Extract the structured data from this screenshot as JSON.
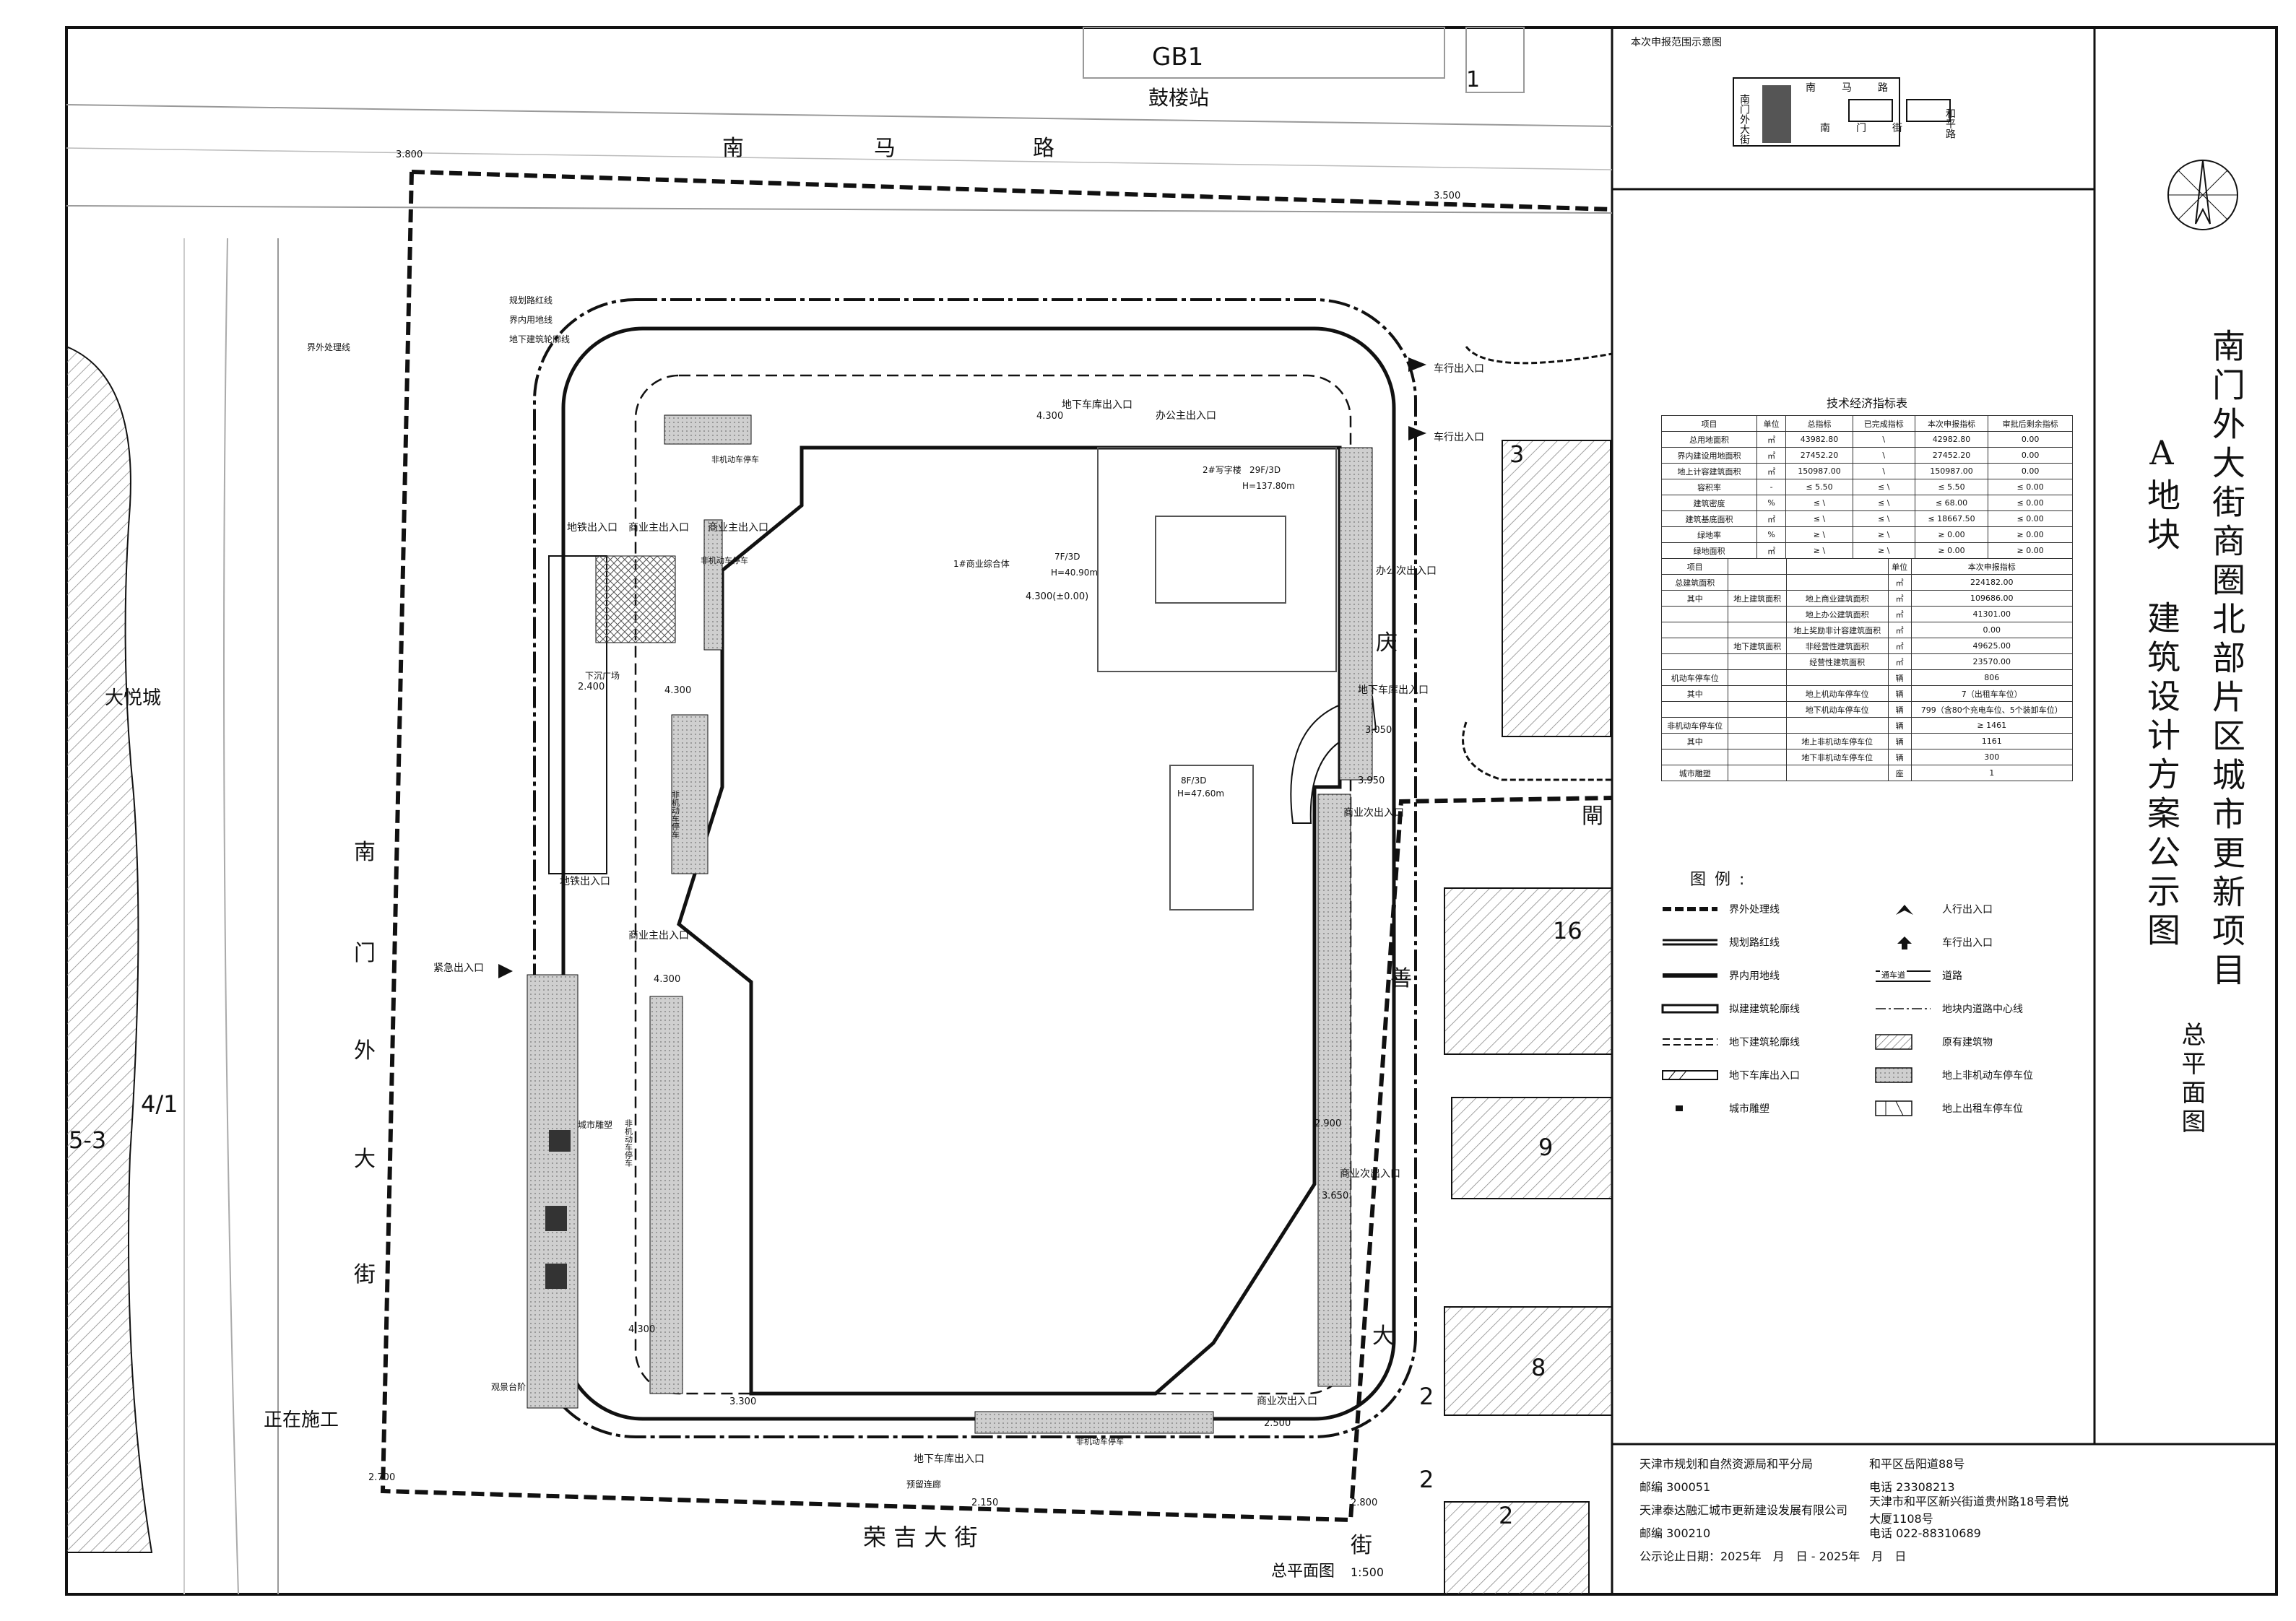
{
  "header": {
    "keymap_title": "本次申报范围示意图",
    "station": "鼓楼站",
    "gb": "GB1"
  },
  "keymap": {
    "road_n1": "南",
    "road_n2": "马",
    "road_n3": "路",
    "road_s1": "南",
    "road_s2": "门",
    "road_s3": "街",
    "road_e": "和平路",
    "road_w": "南门外大街"
  },
  "streets": {
    "north_road": [
      "南",
      "马",
      "路"
    ],
    "west_road": [
      "南",
      "门",
      "外",
      "大",
      "街"
    ],
    "south_road": "荣 吉 大 街",
    "east_road": [
      "庆",
      "善",
      "大",
      "街"
    ],
    "east_road_top": "閘"
  },
  "blocks": {
    "dayuecheng": "大悦城",
    "construction": "正在施工",
    "b3": "3",
    "b16": "16",
    "b9": "9",
    "b8": "8",
    "b2a": "2",
    "b2b": "2",
    "b2c": "2",
    "b41": "4/1",
    "b53": "5-3",
    "b1": "1"
  },
  "plan_labels": {
    "boundary_line": "界外处理线",
    "red_line": "规划路红线",
    "inner_line": "界内用地线",
    "basement_outline": "地下建筑轮廓线",
    "tower2": "2#写字楼",
    "tower2_floors": "29F/3D",
    "tower2_height": "H=137.80m",
    "complex1": "1#商业综合体",
    "complex1_floors": "7F/3D",
    "complex1_height": "H=40.90m",
    "elev_zero": "4.300(±0.00)",
    "podium8": "8F/3D",
    "podium8_h": "H=47.60m",
    "garage_exit_n": "地下车库出入口",
    "office_main": "办公主出入口",
    "car_in_ne1": "车行出入口",
    "car_in_ne2": "车行出入口",
    "office_sub": "办公次出入口",
    "garage_exit_e": "地下车库出入口",
    "metro_entry_nw": "地铁出入口",
    "commerce_main_n": "商业主出入口",
    "commerce_sub_w": "商业主出入口",
    "metro_entry_w": "地铁出入口",
    "emergency": "紧急出入口",
    "metro_2": "城市雕塑",
    "commerce_sw": "商业主出入口",
    "commerce_se": "商业次出入口",
    "garage_s": "地下车库出入口",
    "commerce_sub_e": "商业次出入口",
    "bike_n": "非机动车停车",
    "bike_w": "非机动车停车",
    "bike_w2": "非机动车停车",
    "bike_s": "非机动车停车",
    "bike_nw": "非机动车停车",
    "plaza_sunken": "下沉广场",
    "podium_sw_ent": "预留连廊",
    "sw_deck": "观景台阶",
    "taxi_e": "商业次出入口",
    "elev_1": "3.800",
    "elev_2": "3.500",
    "elev_3": "2.700",
    "elev_4": "2.150",
    "elev_5": "2.400",
    "elev_6": "3.050",
    "elev_7": "4.300",
    "elev_8": "4.300",
    "elev_9": "3.300",
    "elev_10": "2.800",
    "elev_11": "2.500",
    "elev_12": "3.950",
    "elev_13": "3.650",
    "elev_14": "4.300",
    "elev_15": "4.300",
    "elev_16": "2.900"
  },
  "plan_caption": {
    "title": "总平面图",
    "scale": "1:500"
  },
  "tech_table": {
    "caption": "技术经济指标表",
    "rows1": [
      [
        "项目",
        "单位",
        "总指标",
        "已完成指标",
        "本次申报指标",
        "审批后剩余指标"
      ],
      [
        "总用地面积",
        "㎡",
        "43982.80",
        "\\",
        "42982.80",
        "0.00"
      ],
      [
        "界内建设用地面积",
        "㎡",
        "27452.20",
        "\\",
        "27452.20",
        "0.00"
      ],
      [
        "地上计容建筑面积",
        "㎡",
        "150987.00",
        "\\",
        "150987.00",
        "0.00"
      ],
      [
        "容积率",
        "-",
        "≤ 5.50",
        "≤ \\",
        "≤ 5.50",
        "≤ 0.00"
      ],
      [
        "建筑密度",
        "%",
        "≤ \\",
        "≤ \\",
        "≤ 68.00",
        "≤ 0.00"
      ],
      [
        "建筑基底面积",
        "㎡",
        "≤ \\",
        "≤ \\",
        "≤ 18667.50",
        "≤ 0.00"
      ],
      [
        "绿地率",
        "%",
        "≥ \\",
        "≥ \\",
        "≥ 0.00",
        "≥ 0.00"
      ],
      [
        "绿地面积",
        "㎡",
        "≥ \\",
        "≥ \\",
        "≥ 0.00",
        "≥ 0.00"
      ]
    ],
    "rows2": [
      [
        "项目",
        "",
        "",
        "单位",
        "本次申报指标"
      ],
      [
        "总建筑面积",
        "",
        "",
        "㎡",
        "224182.00"
      ],
      [
        "其中",
        "地上建筑面积",
        "地上商业建筑面积",
        "㎡",
        "109686.00"
      ],
      [
        "",
        "",
        "地上办公建筑面积",
        "㎡",
        "41301.00"
      ],
      [
        "",
        "",
        "地上奖励非计容建筑面积",
        "㎡",
        "0.00"
      ],
      [
        "",
        "地下建筑面积",
        "非经营性建筑面积",
        "㎡",
        "49625.00"
      ],
      [
        "",
        "",
        "经营性建筑面积",
        "㎡",
        "23570.00"
      ],
      [
        "机动车停车位",
        "",
        "",
        "辆",
        "806"
      ],
      [
        "其中",
        "",
        "地上机动车停车位",
        "辆",
        "7（出租车车位）"
      ],
      [
        "",
        "",
        "地下机动车停车位",
        "辆",
        "799（含80个充电车位、5个装卸车位）"
      ],
      [
        "非机动车停车位",
        "",
        "",
        "辆",
        "≥ 1461"
      ],
      [
        "其中",
        "",
        "地上非机动车停车位",
        "辆",
        "1161"
      ],
      [
        "",
        "",
        "地下非机动车停车位",
        "辆",
        "300"
      ],
      [
        "城市雕塑",
        "",
        "",
        "座",
        "1"
      ]
    ]
  },
  "legend": {
    "title": "图例:",
    "items": [
      {
        "label": "界外处理线",
        "sym": "boundary"
      },
      {
        "label": "人行出入口",
        "sym": "ped"
      },
      {
        "label": "规划路红线",
        "sym": "redline"
      },
      {
        "label": "车行出入口",
        "sym": "car"
      },
      {
        "label": "界内用地线",
        "sym": "inner"
      },
      {
        "label": "道路",
        "sym": "road"
      },
      {
        "label": "拟建建筑轮廓线",
        "sym": "building"
      },
      {
        "label": "地块内道路中心线",
        "sym": "center"
      },
      {
        "label": "地下建筑轮廓线",
        "sym": "basement"
      },
      {
        "label": "原有建筑物",
        "sym": "hatch"
      },
      {
        "label": "地下车库出入口",
        "sym": "garage"
      },
      {
        "label": "地上非机动车停车位",
        "sym": "bike"
      },
      {
        "label": "城市雕塑",
        "sym": "sculpture"
      },
      {
        "label": "地上出租车停车位",
        "sym": "taxi"
      }
    ],
    "road_tag": "通车道"
  },
  "title": {
    "main": "南门外大街商圈北部片区城市更新项目",
    "sub": "A地块 建筑设计方案公示图",
    "sheet": "总平面图"
  },
  "footer": {
    "org1": "天津市规划和自然资源局和平分局",
    "addr1": "和平区岳阳道88号",
    "zip1": "邮编 300051",
    "tel1": "电话 23308213",
    "org2": "天津泰达融汇城市更新建设发展有限公司",
    "addr2": "天津市和平区新兴街道贵州路18号君悦大厦1108号",
    "zip2": "邮编 300210",
    "tel2": "电话 022-88310689",
    "period": "公示论止日期：2025年　月　日 - 2025年　月　日"
  },
  "colors": {
    "line": "#111111",
    "hatch": "#9a9a9a",
    "dot": "#bdbdbd",
    "gray": "#cfcfcf"
  }
}
